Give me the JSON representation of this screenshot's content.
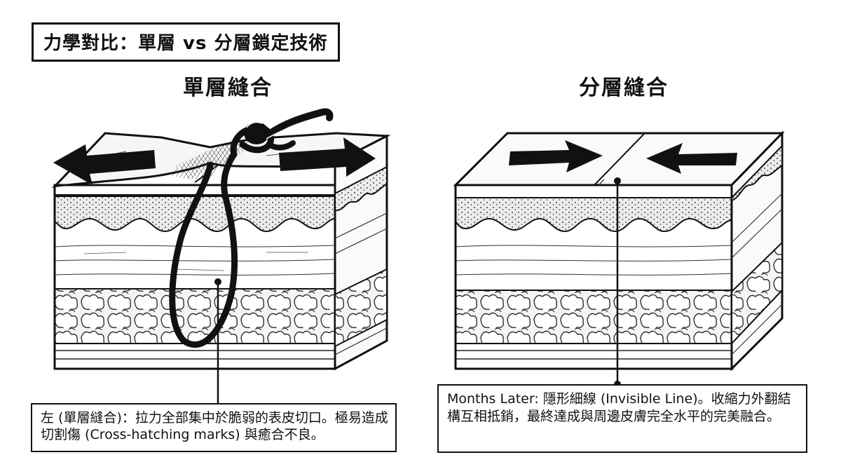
{
  "title": "力學對比：單層 vs 分層鎖定技術",
  "panels": {
    "left": {
      "heading": "單層縫合",
      "caption": "左 (單層縫合)：拉力全部集中於脆弱的表皮切口。極易造成切割傷 (Cross-hatching marks) 與癒合不良。"
    },
    "right": {
      "heading": "分層縫合",
      "caption": "Months Later: 隱形細線 (Invisible Line)。收縮力外翻結構互相抵銷，最終達成與周邊皮膚完全水平的完美融合。"
    }
  },
  "icons": {
    "left_arrows": [
      "arrow-left-icon",
      "arrow-right-icon"
    ],
    "right_arrows": [
      "arrow-right-icon",
      "arrow-left-icon"
    ]
  },
  "colors": {
    "ink": "#111111",
    "paper": "#ffffff",
    "tissue_gray": "#e6e6e6"
  }
}
